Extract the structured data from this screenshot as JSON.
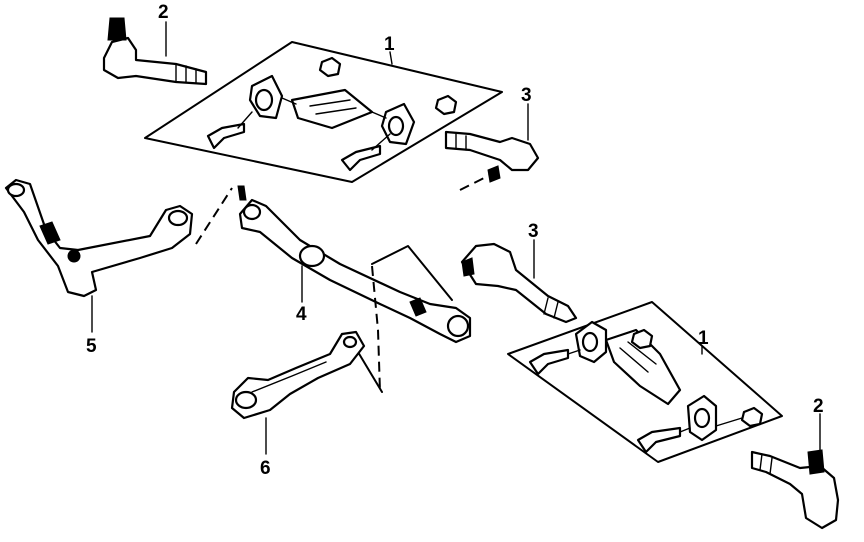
{
  "diagram": {
    "callouts": [
      {
        "id": "c1a",
        "label": "1"
      },
      {
        "id": "c2a",
        "label": "2"
      },
      {
        "id": "c3a",
        "label": "3"
      },
      {
        "id": "c3b",
        "label": "3"
      },
      {
        "id": "c4",
        "label": "4"
      },
      {
        "id": "c5",
        "label": "5"
      },
      {
        "id": "c1b",
        "label": "1"
      },
      {
        "id": "c6",
        "label": "6"
      },
      {
        "id": "c2b",
        "label": "2"
      }
    ]
  }
}
